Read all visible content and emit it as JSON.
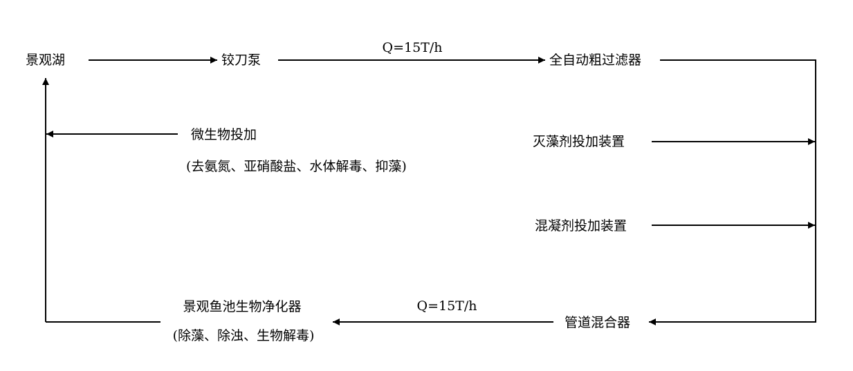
{
  "nodes": {
    "lake": "景观湖",
    "pump": "铰刀泵",
    "filter": "全自动粗过滤器",
    "microbe": "微生物投加",
    "microbe_note": "(去氨氮、亚硝酸盐、水体解毒、抑藻)",
    "algicide": "灭藻剂投加装置",
    "coagulant": "混凝剂投加装置",
    "mixer": "管道混合器",
    "purifier": "景观鱼池生物净化器",
    "purifier_note": "(除藻、除浊、生物解毒)"
  },
  "flows": {
    "top_rate": "Q=15T/h",
    "bottom_rate": "Q=15T/h"
  }
}
